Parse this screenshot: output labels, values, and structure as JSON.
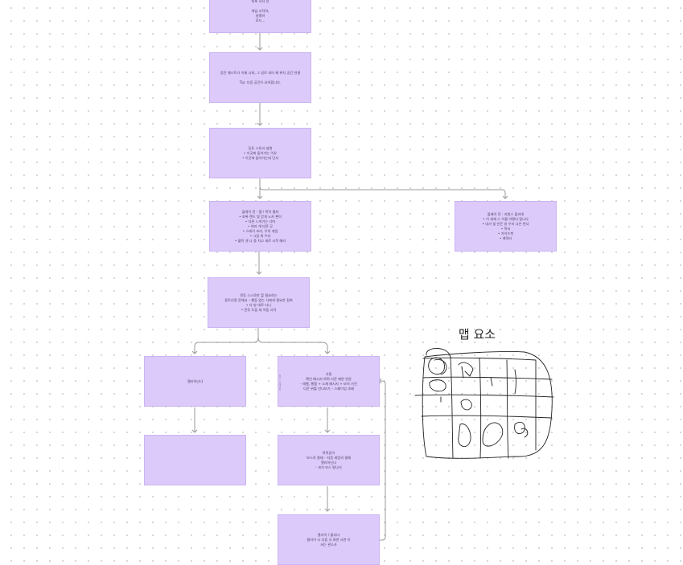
{
  "notes": {
    "n1": [
      "자포 시작 전",
      "",
      "게임 시작하,",
      "설명하",
      "로드..."
    ],
    "n2": [
      "갔던 퀘스트가 이제 나와, 그 길로 되어 제 위치 공간 연결",
      "",
      "Tip: 다음 공간으 요하합니다."
    ],
    "n3": [
      "튜토 스토리 설명",
      "• 이곳에 들어가는 이유",
      "• 이곳에 들어가는데 단서"
    ],
    "n4": [
      "플레이 전 - 맵 / 목적 펼쳐",
      "• 초록 랜드 빛 얻게 노카 편이",
      "• 다른 느끼기는 너머",
      "• 여러 개 다른 곳",
      "• 스테이 꼬리, 우의 게엄",
      "• 그림 위 우리",
      "• 블럭 셋 나 중 차고 새로 시작 해라"
    ],
    "n5": [
      "플레이 전 - 지원스 플리대",
      "• 이 세계 스 이름 어떻다 됩니다",
      "• 내가 빛 만든 방 우리 나은 번다",
      "• 목서",
      "• 가이드북",
      "• 캐릭터"
    ],
    "n6": [
      "전투 스스로만 할 필요하는",
      "튜토리얼 전에서 – 행동 없는 사에게 필요한 접촉",
      "• 다 방 대로 다니",
      "• 전투 도움 세 어둠 시작"
    ],
    "n7": [
      "챌리아닌다"
    ],
    "n8": [],
    "n9": [
      "가펑",
      "확인 메시지 하며 다른 제한 연장",
      "- 레벨, 행렬 + 소재 메시지 + 보석 가진",
      "다운 위를 만나보기 – 스페이업 과제"
    ],
    "n10": [
      "목적같이",
      "보스의 결제 – 처음 세팅의 결제",
      "챌리아닌다",
      "- 과거 보스 탈나더"
    ],
    "n11": [
      "클리어 / 불서다",
      "클리어 시 다음 곡 화면 시연 이",
      "서는 관소사"
    ]
  },
  "side_note": "보스, 스테이지",
  "map": {
    "title": "맵 요소"
  },
  "colors": {
    "note_fill": "#dccafa",
    "note_border": "#cbb4f3",
    "connector": "#9a9a9a"
  }
}
